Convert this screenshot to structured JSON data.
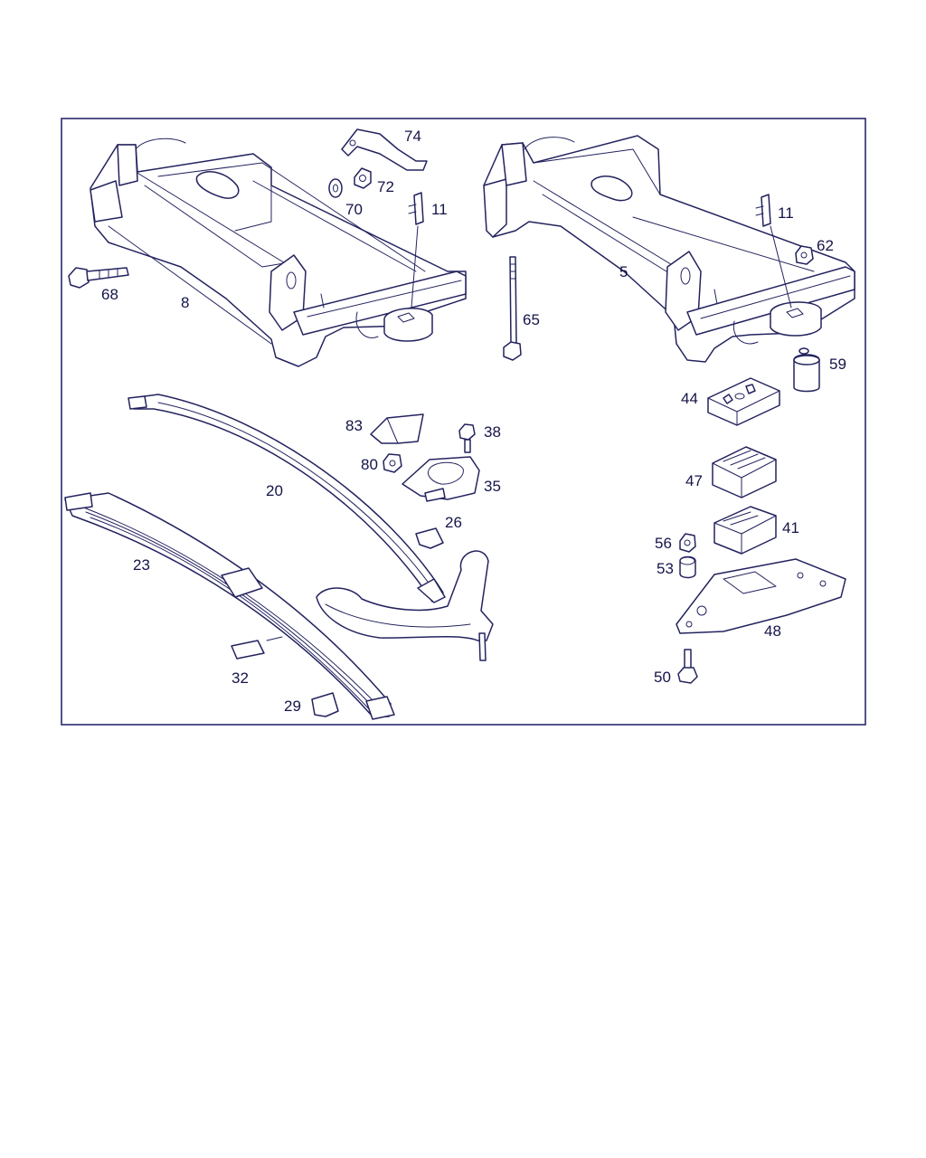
{
  "labels": {
    "p74": "74",
    "p72": "72",
    "p70": "70",
    "p11a": "11",
    "p11b": "11",
    "p68": "68",
    "p8": "8",
    "p65": "65",
    "p5": "5",
    "p62": "62",
    "p59": "59",
    "p44": "44",
    "p83": "83",
    "p38": "38",
    "p80": "80",
    "p35": "35",
    "p20": "20",
    "p26": "26",
    "p23": "23",
    "p32": "32",
    "p29": "29",
    "p47": "47",
    "p41": "41",
    "p56": "56",
    "p53": "53",
    "p48": "48",
    "p50": "50"
  },
  "colors": {
    "line": "#23235f",
    "label": "#14144a",
    "frame": "#2a2a6e"
  }
}
